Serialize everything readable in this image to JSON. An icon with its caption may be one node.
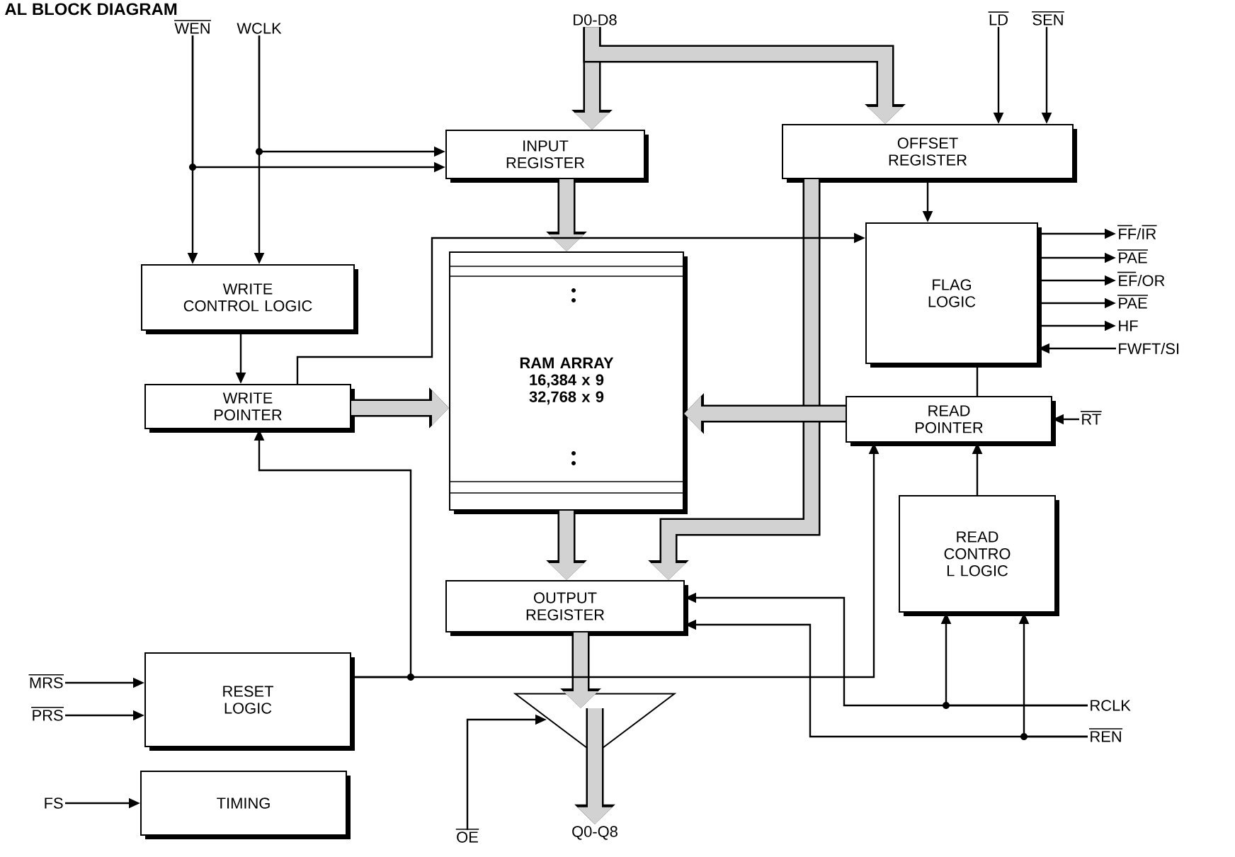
{
  "diagram": {
    "title": "AL BLOCK DIAGRAM",
    "nodes": [
      {
        "text": [
          "WEN"
        ]
      },
      {
        "text": [
          "WCLK"
        ]
      },
      {
        "text": [
          "D0-D8"
        ]
      },
      {
        "text": [
          "LD"
        ]
      },
      {
        "text": [
          "SEN"
        ]
      },
      {
        "text": [
          "INPUT REGISTER"
        ]
      },
      {
        "text": [
          "OFFSET REGISTER"
        ]
      },
      {
        "text": [
          "WRITE CONTROL LOGIC"
        ]
      },
      {
        "text": [
          "FLAG LOGIC"
        ]
      },
      {
        "text": [
          "RAM ARRAY",
          "16,384 x 9 32,768 x 9"
        ]
      },
      {
        "text": [
          "WRITE POINTER"
        ]
      },
      {
        "text": [
          "READ POINTER"
        ]
      },
      {
        "text": [
          "FF/IR"
        ]
      },
      {
        "text": [
          "PAE"
        ]
      },
      {
        "text": [
          "EF/OR"
        ]
      },
      {
        "text": [
          "PAE"
        ]
      },
      {
        "text": [
          "HF"
        ]
      },
      {
        "text": [
          "FWFT/SI"
        ]
      },
      {
        "text": [
          "RT"
        ]
      },
      {
        "text": [
          "READ CONTRO L LOGIC"
        ]
      },
      {
        "text": [
          "OUTPUT REGISTER"
        ]
      },
      {
        "text": [
          "RESET LOGIC"
        ]
      },
      {
        "text": [
          "MRS"
        ]
      },
      {
        "text": [
          "PRS"
        ]
      },
      {
        "text": [],
        "shape": "triangle"
      },
      {
        "text": [
          "OE"
        ]
      },
      {
        "text": [
          "Q0-Q8"
        ]
      },
      {
        "text": [
          "TIMING"
        ]
      },
      {
        "text": [
          "FS"
        ]
      },
      {
        "text": [
          "RCLK"
        ]
      },
      {
        "text": [
          "REN"
        ]
      }
    ],
    "edges": [
      {
        "from": 0,
        "to": 7,
        "arrow": "to"
      },
      {
        "from": 1,
        "to": 7,
        "arrow": "to"
      },
      {
        "from": 0,
        "to": 5,
        "arrow": "to"
      },
      {
        "from": 1,
        "to": 5,
        "arrow": "to"
      },
      {
        "from": 2,
        "to": 5,
        "arrow": "to",
        "style": "thick",
        "color": "#d2d2d2"
      },
      {
        "from": 2,
        "to": 6,
        "arrow": "to",
        "style": "thick",
        "color": "#d2d2d2"
      },
      {
        "from": 3,
        "to": 6,
        "arrow": "to"
      },
      {
        "from": 4,
        "to": 6,
        "arrow": "to"
      },
      {
        "from": 5,
        "to": 9,
        "arrow": "to",
        "style": "thick",
        "color": "#d2d2d2"
      },
      {
        "from": 6,
        "to": 8,
        "arrow": "to"
      },
      {
        "from": 6,
        "to": 20,
        "arrow": "to",
        "style": "thick",
        "color": "#d2d2d2"
      },
      {
        "from": 7,
        "to": 10,
        "arrow": "to"
      },
      {
        "from": 10,
        "to": 9,
        "arrow": "to",
        "style": "thick",
        "color": "#d2d2d2"
      },
      {
        "from": 10,
        "to": 8,
        "arrow": "to"
      },
      {
        "from": 11,
        "to": 9,
        "arrow": "to",
        "style": "thick",
        "color": "#d2d2d2"
      },
      {
        "from": 8,
        "to": 11,
        "arrow": "none"
      },
      {
        "from": 8,
        "to": 12,
        "arrow": "to"
      },
      {
        "from": 8,
        "to": 13,
        "arrow": "to"
      },
      {
        "from": 8,
        "to": 14,
        "arrow": "to"
      },
      {
        "from": 8,
        "to": 15,
        "arrow": "to"
      },
      {
        "from": 8,
        "to": 16,
        "arrow": "to"
      },
      {
        "from": 17,
        "to": 8,
        "arrow": "to"
      },
      {
        "from": 18,
        "to": 11,
        "arrow": "to"
      },
      {
        "from": 19,
        "to": 11,
        "arrow": "to"
      },
      {
        "from": 9,
        "to": 20,
        "arrow": "to",
        "style": "thick",
        "color": "#d2d2d2"
      },
      {
        "from": 20,
        "to": 24,
        "arrow": "to",
        "style": "thick",
        "color": "#d2d2d2"
      },
      {
        "from": 24,
        "to": 26,
        "arrow": "to",
        "style": "thick",
        "color": "#d2d2d2"
      },
      {
        "from": 25,
        "to": 24,
        "arrow": "to"
      },
      {
        "from": 21,
        "to": 10,
        "arrow": "to"
      },
      {
        "from": 21,
        "to": 11,
        "arrow": "to"
      },
      {
        "from": 22,
        "to": 21,
        "arrow": "to"
      },
      {
        "from": 23,
        "to": 21,
        "arrow": "to"
      },
      {
        "from": 28,
        "to": 27,
        "arrow": "to"
      },
      {
        "from": 29,
        "to": 19,
        "arrow": "to"
      },
      {
        "from": 29,
        "to": 20,
        "arrow": "to"
      },
      {
        "from": 30,
        "to": 19,
        "arrow": "to"
      },
      {
        "from": 30,
        "to": 20,
        "arrow": "to"
      }
    ]
  }
}
